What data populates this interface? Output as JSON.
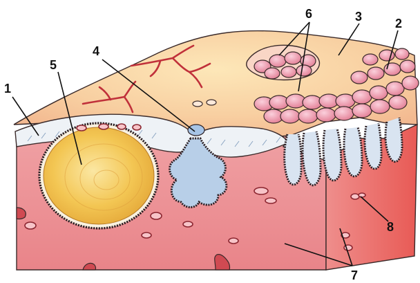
{
  "labels": {
    "l1": "1",
    "l2": "2",
    "l3": "3",
    "l4": "4",
    "l5": "5",
    "l6": "6",
    "l7": "7",
    "l8": "8"
  },
  "colors": {
    "top_surface": "#f6c79b",
    "tissue": "#ec8f93",
    "tissue_dark": "#d9656e",
    "epithelium": "#e9eef4",
    "follicle_fill": "#f4c451",
    "gland_fill": "#a9c6e4",
    "vessel": "#c4323b",
    "outline": "#2a1e22"
  }
}
